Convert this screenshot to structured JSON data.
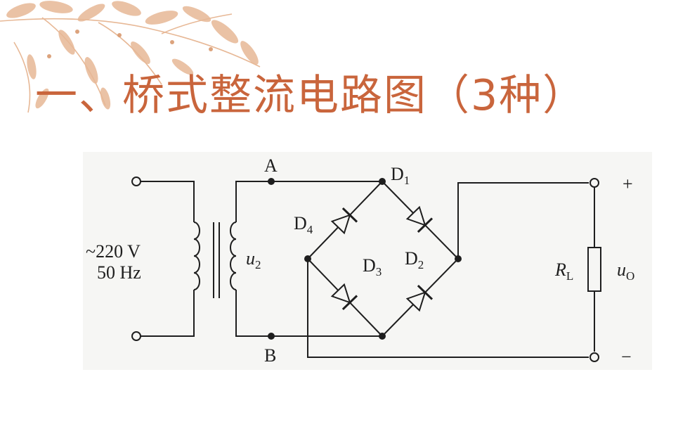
{
  "slide": {
    "title": "一、桥式整流电路图（3种）",
    "colors": {
      "title": "#c9653c",
      "decoration": "#e7b896"
    }
  },
  "circuit": {
    "node_a": "A",
    "node_b": "B",
    "source_voltage": "~220 V",
    "source_frequency": "50 Hz",
    "secondary_voltage": {
      "symbol": "u",
      "sub": "2"
    },
    "d1": {
      "symbol": "D",
      "sub": "1"
    },
    "d2": {
      "symbol": "D",
      "sub": "2"
    },
    "d3": {
      "symbol": "D",
      "sub": "3"
    },
    "d4": {
      "symbol": "D",
      "sub": "4"
    },
    "load": {
      "symbol": "R",
      "sub": "L"
    },
    "output": {
      "symbol": "u",
      "sub": "O"
    },
    "plus": "+",
    "minus": "−"
  }
}
